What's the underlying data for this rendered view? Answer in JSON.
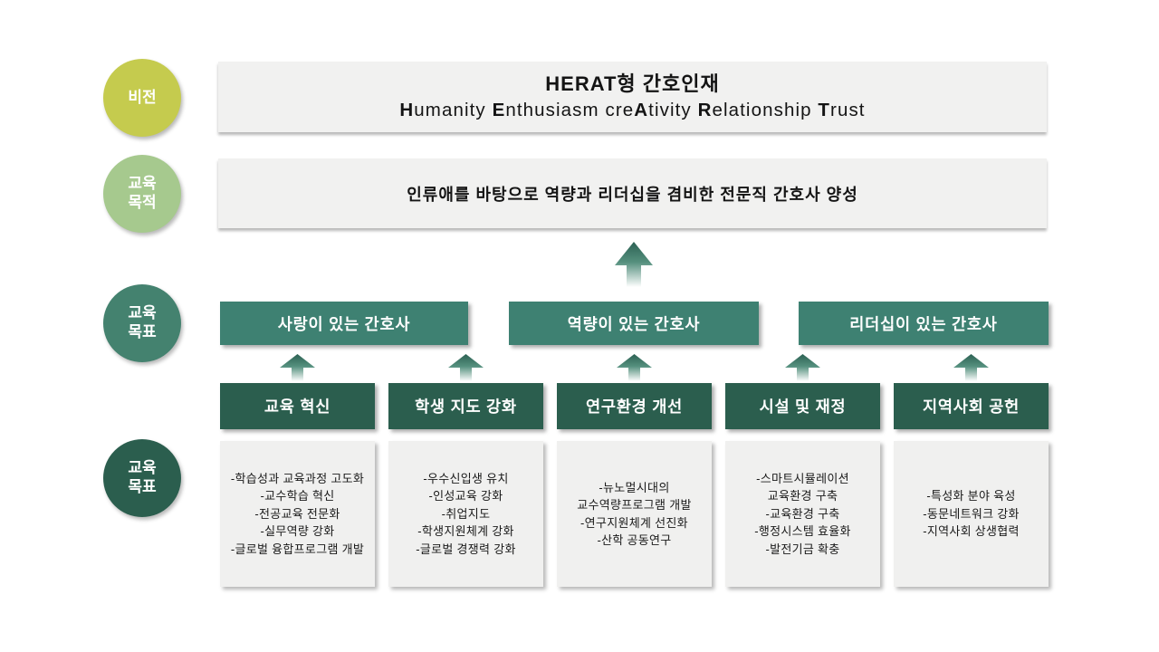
{
  "palette": {
    "vision_circle": "#c5cb4e",
    "purpose_circle": "#a6c98e",
    "goal_circle": "#44826f",
    "strategy_circle": "#2b5e4e",
    "band_bg": "#f1f1f0",
    "goal_box": "#3e8172",
    "strategy_box": "#2b5e4e",
    "detail_bg": "#f0f0ef",
    "arrow_top": "#2c6153",
    "arrow_mid": "#55907e",
    "arrow_bottom": "#ffffff"
  },
  "badges": [
    {
      "label": "비전"
    },
    {
      "label": "교육\n목적"
    },
    {
      "label": "교육\n목표"
    },
    {
      "label": "교육\n목표"
    }
  ],
  "vision": {
    "title": "HERAT형 간호인재",
    "subtitle": "Humanity Enthusiasm creAtivity Relationship Trust"
  },
  "purpose": "인류애를 바탕으로 역량과 리더십을 겸비한 전문직 간호사 양성",
  "goals": [
    "사랑이 있는 간호사",
    "역량이 있는 간호사",
    "리더십이 있는 간호사"
  ],
  "strategies": [
    {
      "title": "교육 혁신",
      "items": [
        "-학습성과 교육과정 고도화",
        "-교수학습 혁신",
        "-전공교육 전문화",
        "-실무역량 강화",
        "-글로벌 융합프로그램 개발"
      ]
    },
    {
      "title": "학생 지도 강화",
      "items": [
        "-우수신입생 유치",
        "-인성교육 강화",
        "-취업지도",
        "-학생지원체계 강화",
        "-글로벌 경쟁력 강화"
      ]
    },
    {
      "title": "연구환경 개선",
      "items": [
        "-뉴노멀시대의",
        "교수역량프로그램 개발",
        "-연구지원체계 선진화",
        "-산학 공동연구"
      ]
    },
    {
      "title": "시설 및 재정",
      "items": [
        "-스마트시뮬레이션",
        "교육환경 구축",
        "-교육환경 구축",
        "-행정시스템 효율화",
        "-발전기금 확충"
      ]
    },
    {
      "title": "지역사회 공헌",
      "items": [
        "-특성화 분야 육성",
        "-동문네트워크 강화",
        "-지역사회 상생협력"
      ]
    }
  ]
}
